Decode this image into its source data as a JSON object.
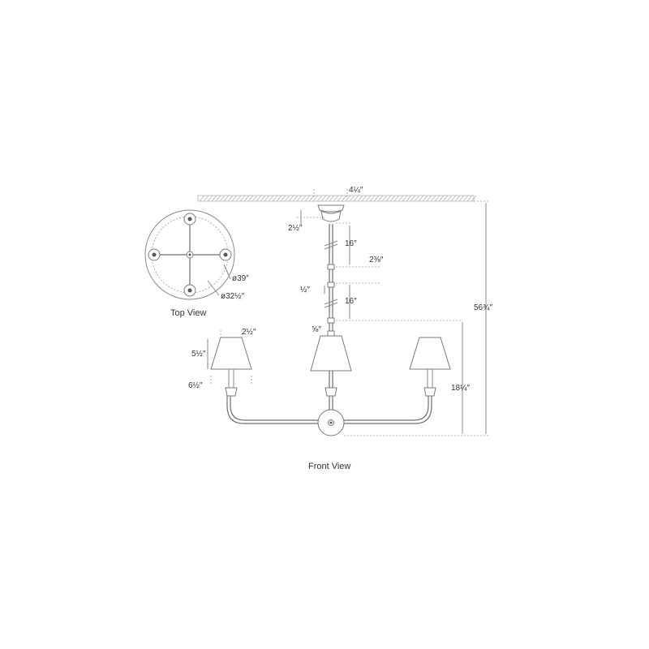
{
  "dimensions": {
    "canopy_width": "4¼″",
    "canopy_height": "2½″",
    "rod_upper": "16″",
    "rod_joint": "2⅜″",
    "coupling": "½″",
    "rod_lower": "16″",
    "finial": "⅝″",
    "overall_height": "56¾″",
    "fixture_height": "18¼″",
    "shade_top": "2½″",
    "shade_height": "5½″",
    "shade_bottom": "6½″",
    "outer_diameter": "ø39″",
    "inner_diameter": "ø32½″"
  },
  "views": {
    "top": "Top View",
    "front": "Front View"
  }
}
